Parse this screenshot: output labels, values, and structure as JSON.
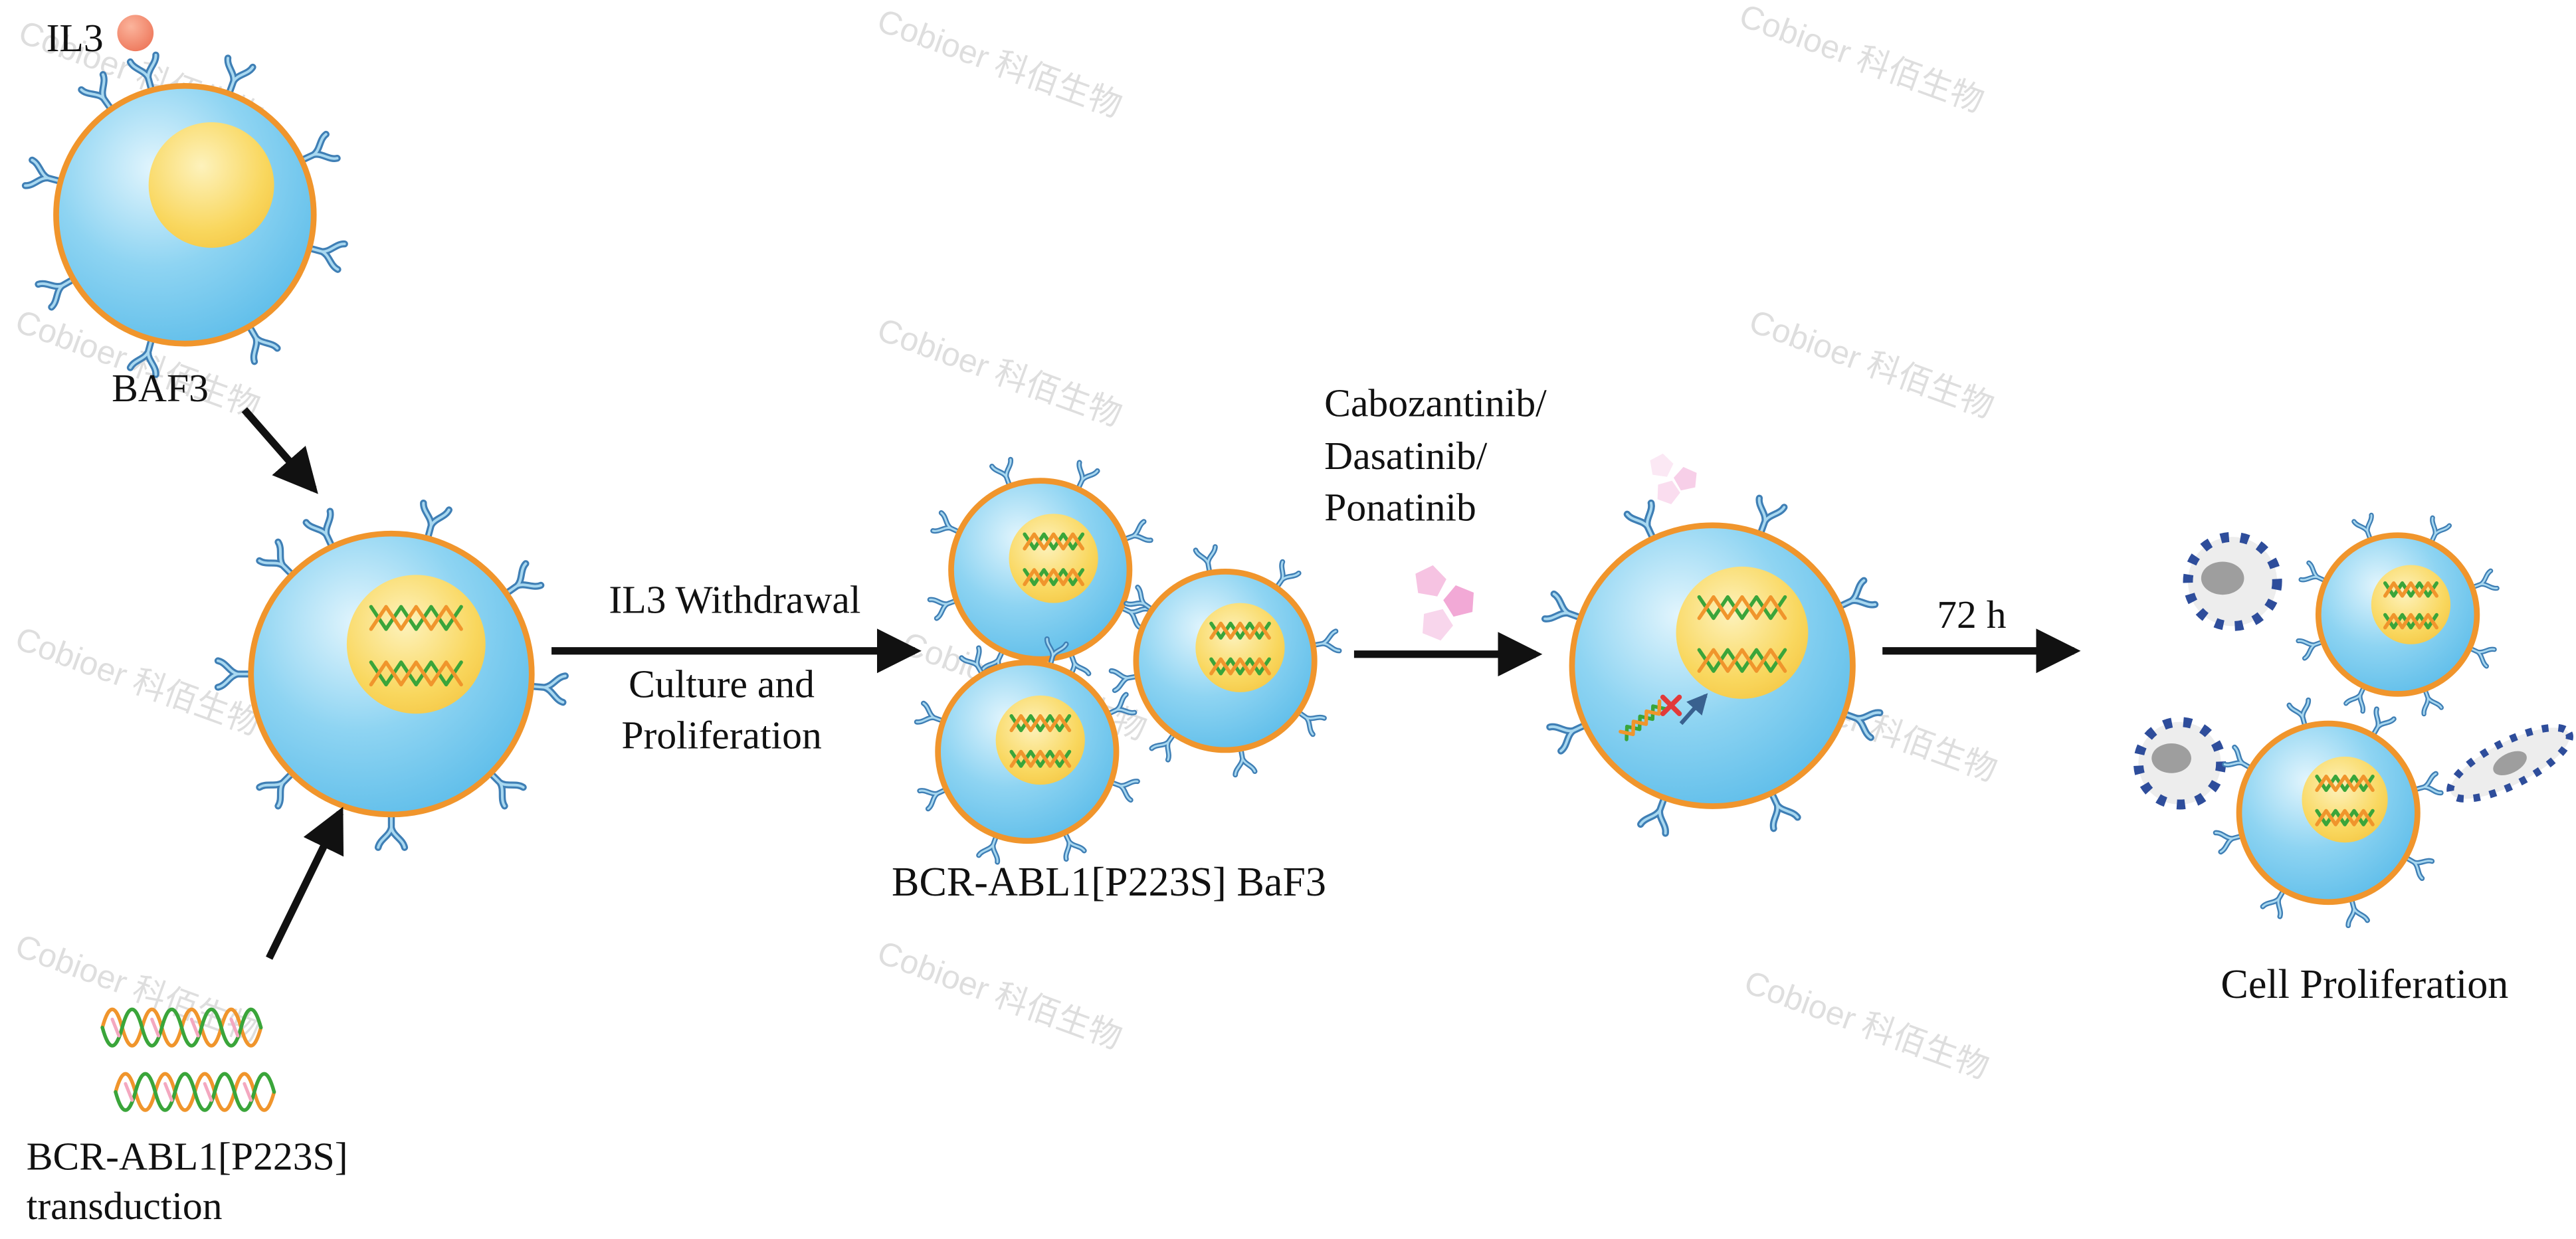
{
  "labels": {
    "il3": "IL3",
    "baf3": "BAF3",
    "transduction_line1": "BCR-ABL1[P223S]",
    "transduction_line2": "transduction",
    "withdrawal_line1": "IL3 Withdrawal",
    "withdrawal_line2": "Culture and",
    "withdrawal_line3": "Proliferation",
    "cluster": "BCR-ABL1[P223S] BaF3",
    "drug_line1": "Cabozantinib/",
    "drug_line2": "Dasatinib/",
    "drug_line3": "Ponatinib",
    "time": "72 h",
    "result": "Cell Proliferation"
  },
  "watermark": {
    "text": "Cobioer 科佰生物"
  },
  "colors": {
    "membrane": "#f0952c",
    "cytoplasm": "#5bbde8",
    "nucleus": "#f6c94a",
    "receptor": "#3f7fb5",
    "il3_ligand": "#ef7a5e",
    "drug_pink": "#f2a9d6",
    "apoptotic_border": "#2e4d9b",
    "dna_green": "#3aa53a",
    "dna_orange": "#f0952c",
    "arrow": "#111111"
  }
}
